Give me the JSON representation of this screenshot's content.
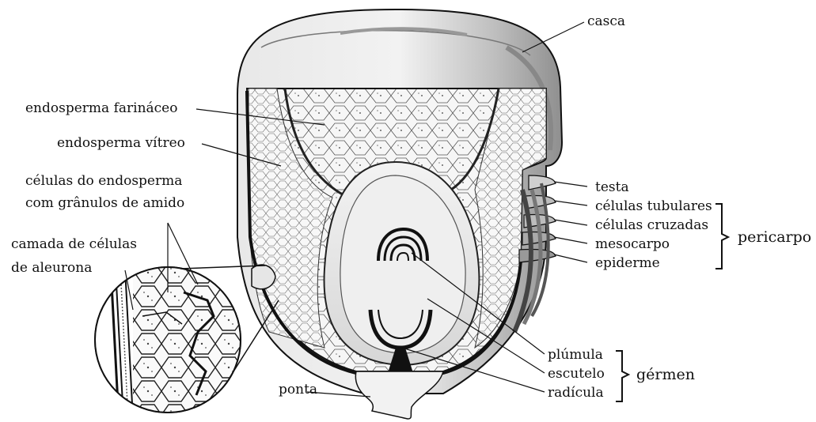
{
  "labels": {
    "casca": "casca",
    "endosperma_farinaceo": "endosperma farináceo",
    "endosperma_vitreo": "endosperma vítreo",
    "celulas_endosperma_l1": "células do endosperma",
    "celulas_endosperma_l2": "com grânulos de amido",
    "aleurona_l1": "camada de células",
    "aleurona_l2": "de aleurona",
    "testa": "testa",
    "celulas_tubulares": "células tubulares",
    "celulas_cruzadas": "células cruzadas",
    "mesocarpo": "mesocarpo",
    "epiderme": "epiderme",
    "pericarpo": "pericarpo",
    "plumula": "plúmula",
    "escutelo": "escutelo",
    "radicula": "radícula",
    "germen": "gérmen",
    "ponta": "ponta"
  },
  "colors": {
    "ink": "#111111",
    "hull": "#d9d9d9",
    "hull_shadow": "#a8a8a8",
    "endosperm": "#f4f4f4",
    "germ": "#e8e8e8",
    "background": "#ffffff"
  }
}
